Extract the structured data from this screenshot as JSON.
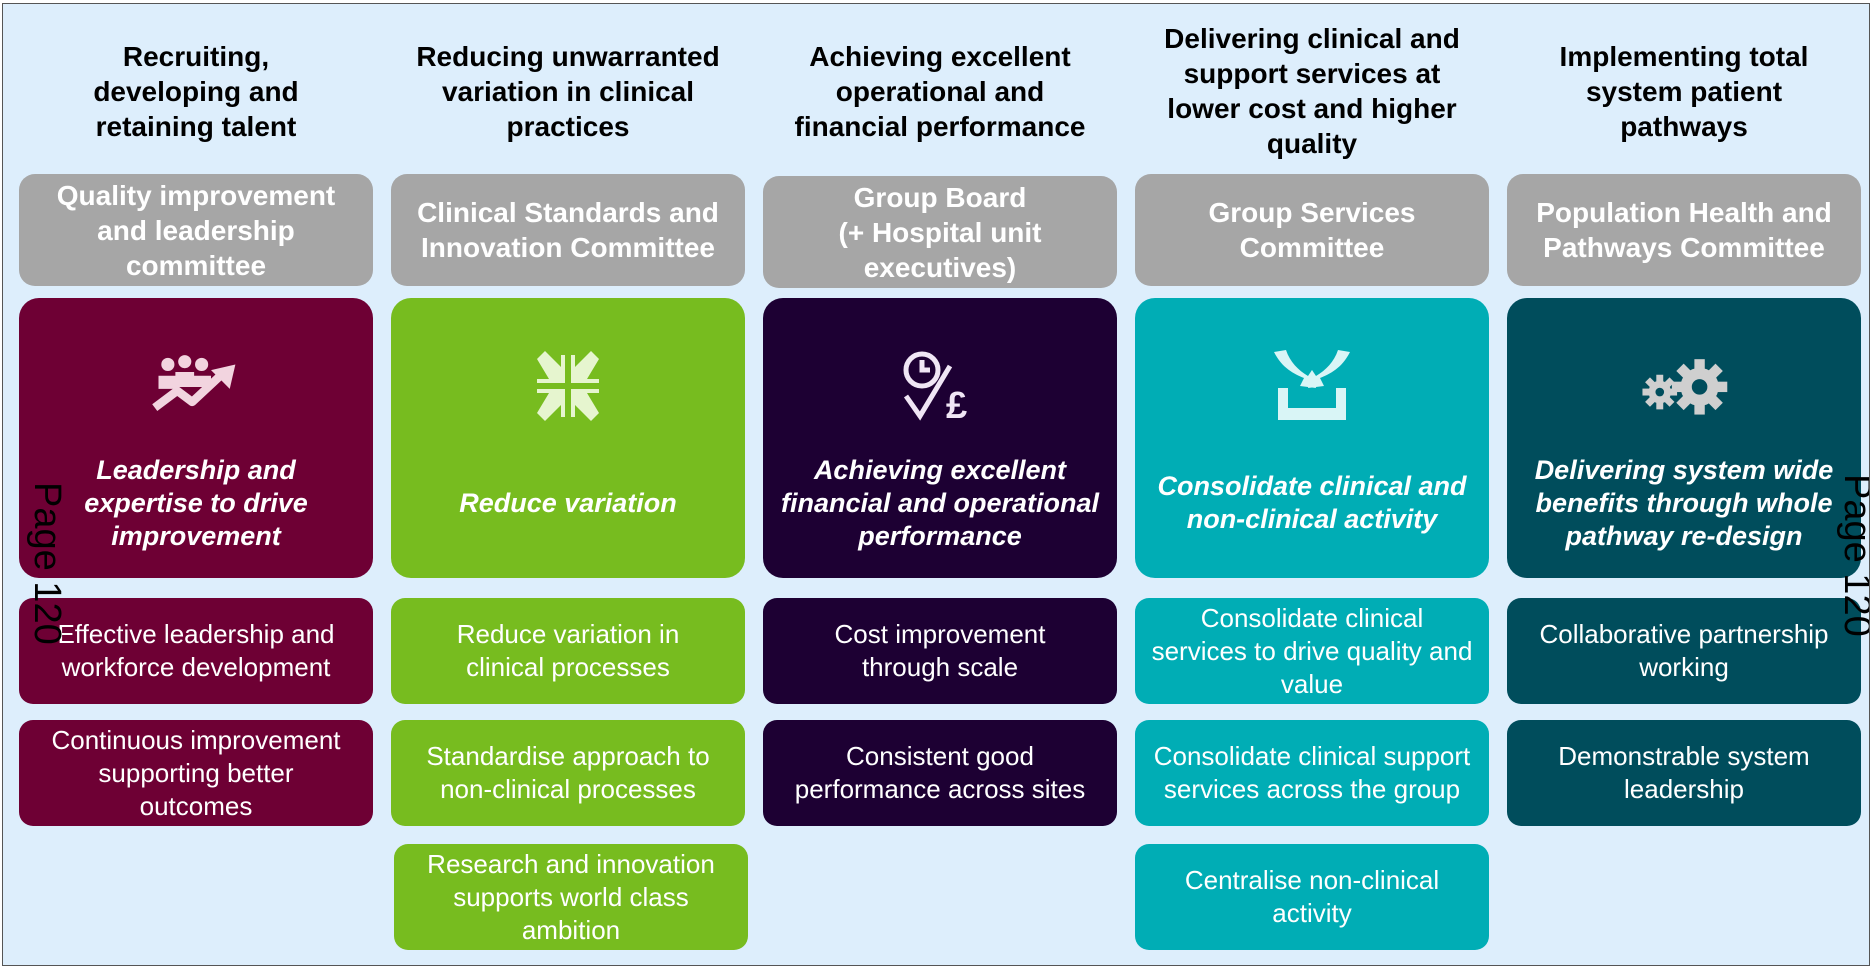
{
  "columns": [
    {
      "heading": "Recruiting,\ndeveloping and\nretaining talent",
      "committee": "Quality improvement\nand leadership\ncommittee",
      "icon": "team-growth-icon",
      "hero_title": "Leadership and\nexpertise to drive\nimprovement",
      "color": "#6e0034",
      "items": [
        "Effective leadership and\nworkforce development",
        "Continuous improvement\nsupporting better\noutcomes"
      ]
    },
    {
      "heading": "Reducing unwarranted\nvariation in clinical\npractices",
      "committee": "Clinical Standards and\nInnovation Committee",
      "icon": "compress-arrows-icon",
      "hero_title": "Reduce variation",
      "color": "#77bc1f",
      "items": [
        "Reduce variation in\nclinical processes",
        "Standardise approach to\nnon-clinical processes",
        "Research and innovation\nsupports world class\nambition"
      ]
    },
    {
      "heading": "Achieving excellent\noperational and\nfinancial performance",
      "committee": "Group Board\n(+ Hospital unit\nexecutives)",
      "icon": "clock-pound-check-icon",
      "hero_title": "Achieving excellent\nfinancial and operational\nperformance",
      "color": "#1d0033",
      "items": [
        "Cost improvement\nthrough scale",
        "Consistent good\nperformance across sites"
      ]
    },
    {
      "heading": "Delivering clinical and\nsupport services at\nlower cost and higher\nquality",
      "committee": "Group Services\nCommittee",
      "icon": "consolidate-tray-icon",
      "hero_title": "Consolidate clinical and\nnon-clinical activity",
      "color": "#00adb5",
      "items": [
        "Consolidate clinical\nservices to drive quality and\nvalue",
        "Consolidate clinical support\nservices across the group",
        "Centralise non-clinical\nactivity"
      ]
    },
    {
      "heading": "Implementing total\nsystem patient\npathways",
      "committee": "Population Health and\nPathways Committee",
      "icon": "gears-icon",
      "hero_title": "Delivering system wide\nbenefits through whole\npathway re-design",
      "color": "#004d5c",
      "items": [
        "Collaborative partnership\nworking",
        "Demonstrable system\nleadership"
      ]
    }
  ],
  "page_label": "Page 120"
}
